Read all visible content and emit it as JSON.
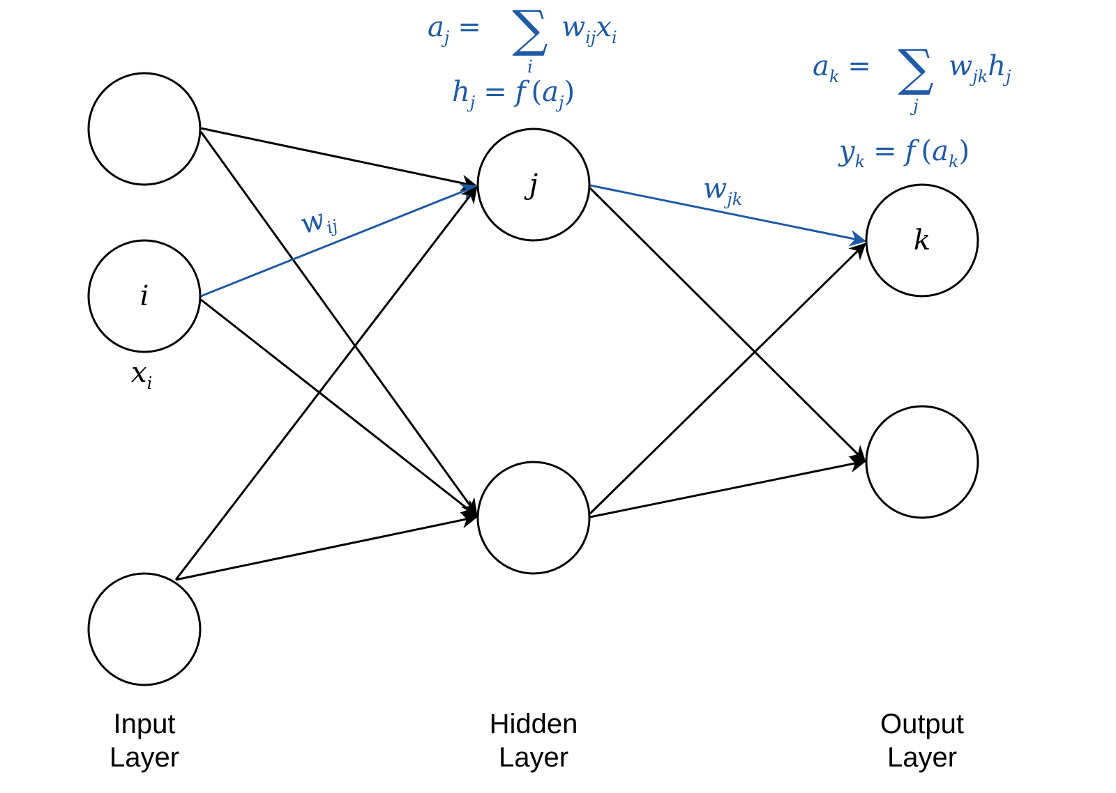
{
  "colors": {
    "edge": "#000000",
    "highlight": "#1f5aa6",
    "node_stroke": "#000000",
    "node_fill": "#ffffff"
  },
  "layers": {
    "input": {
      "line1": "Input",
      "line2": "Layer"
    },
    "hidden": {
      "line1": "Hidden",
      "line2": "Layer"
    },
    "output": {
      "line1": "Output",
      "line2": "Layer"
    }
  },
  "nodes": {
    "input_i": {
      "label": "i"
    },
    "hidden_j": {
      "label": "j"
    },
    "output_k": {
      "label": "k"
    }
  },
  "labels": {
    "x_i": {
      "base": "x",
      "sub": "i"
    },
    "w_ij": {
      "base": "w",
      "sub": "ij"
    },
    "w_jk": {
      "base": "w",
      "sub": "jk"
    }
  },
  "formulas": {
    "hidden": {
      "line1": {
        "lhs_base": "a",
        "lhs_sub": "j",
        "eq": "=",
        "sum": "∑",
        "index": "i",
        "term1_base": "w",
        "term1_sub": "ij",
        "term2_base": "x",
        "term2_sub": "i"
      },
      "line2": {
        "lhs_base": "h",
        "lhs_sub": "j",
        "eq": "=",
        "func": "f",
        "open": "(",
        "arg_base": "a",
        "arg_sub": "j",
        "close": ")"
      }
    },
    "output": {
      "line1": {
        "lhs_base": "a",
        "lhs_sub": "k",
        "eq": "=",
        "sum": "∑",
        "index": "j",
        "term1_base": "w",
        "term1_sub": "jk",
        "term2_base": "h",
        "term2_sub": "j"
      },
      "line2": {
        "lhs_base": "y",
        "lhs_sub": "k",
        "eq": "=",
        "func": "f",
        "open": "(",
        "arg_base": "a",
        "arg_sub": "k",
        "close": ")"
      }
    }
  }
}
